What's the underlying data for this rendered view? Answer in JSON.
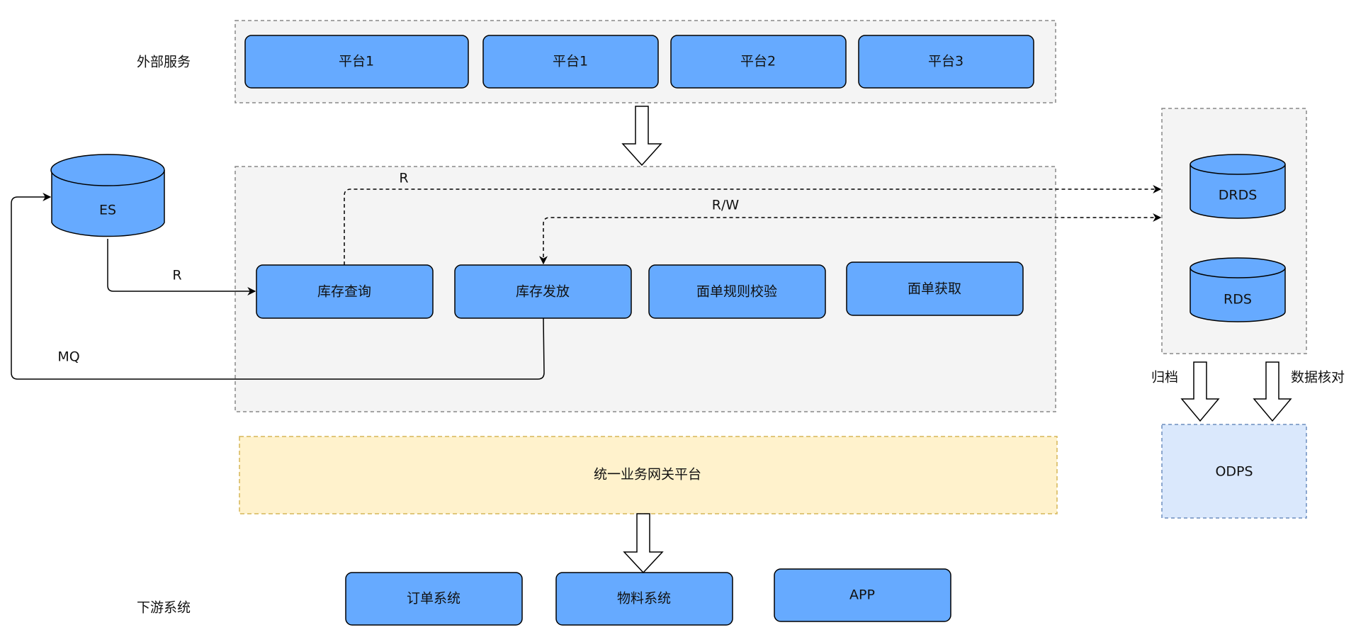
{
  "labels": {
    "external_services": "外部服务",
    "downstream_systems": "下游系统",
    "r_top": "R",
    "rw": "R/W",
    "r_es": "R",
    "mq": "MQ",
    "archive": "归档",
    "data_reconcile": "数据核对"
  },
  "platforms": [
    "平台1",
    "平台1",
    "平台2",
    "平台3"
  ],
  "services": [
    "库存查询",
    "库存发放",
    "面单规则校验",
    "面单获取"
  ],
  "gateway": "统一业务网关平台",
  "downstream": [
    "订单系统",
    "物料系统",
    "APP"
  ],
  "databases": {
    "es": "ES",
    "drds": "DRDS",
    "rds": "RDS"
  },
  "odps": "ODPS",
  "colors": {
    "box_fill": "#66aaff",
    "group_fill": "#f4f4f4",
    "group_border": "#888888",
    "gateway_fill": "#fff2cc",
    "gateway_border": "#d6b656",
    "odps_fill": "#dae8fc",
    "odps_border": "#6c8ebf",
    "line": "#000000"
  }
}
